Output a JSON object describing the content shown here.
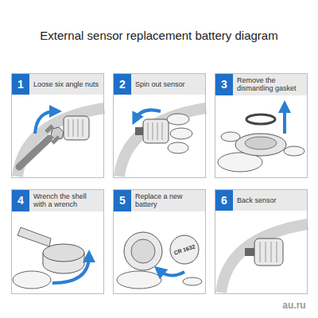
{
  "diagram": {
    "title": "External sensor replacement battery diagram",
    "nodes": [
      {
        "text": [
          "Loose six angle nuts"
        ]
      },
      {
        "text": [
          "1"
        ],
        "in": 0
      },
      {
        "text": [
          "Spin out sensor"
        ]
      },
      {
        "text": [
          "2"
        ],
        "in": 2
      },
      {
        "text": [
          "Remove the dismantling gasket"
        ]
      },
      {
        "text": [
          "3"
        ],
        "in": 4
      },
      {
        "text": [
          "Wrench the shell with a wrench"
        ]
      },
      {
        "text": [
          "4"
        ],
        "in": 6
      },
      {
        "text": [
          "Replace a new battery"
        ]
      },
      {
        "text": [
          "5"
        ],
        "in": 8
      },
      {
        "text": [
          "Back sensor"
        ]
      },
      {
        "text": [
          "6"
        ],
        "in": 10
      }
    ],
    "labels": [
      "CR 1632",
      "au.ru"
    ]
  }
}
